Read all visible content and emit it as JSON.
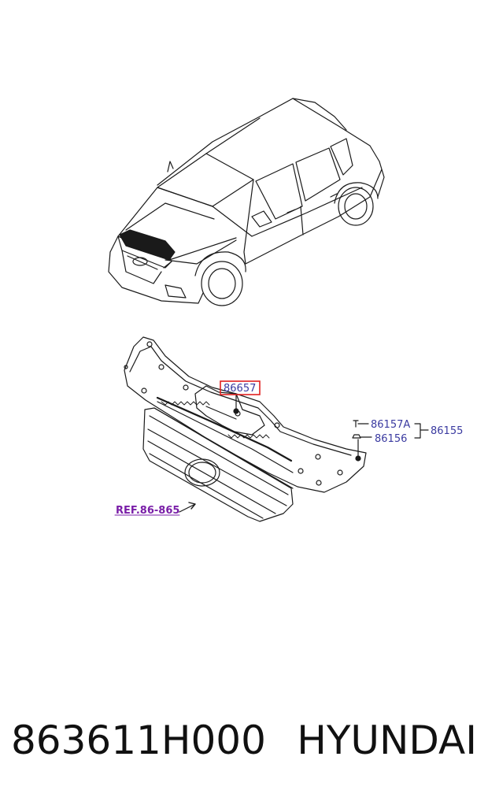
{
  "colors": {
    "line": "#1a1a1a",
    "callout_text": "#3a3aa0",
    "ref_text": "#7a1fa8",
    "highlight_box": "#e02020"
  },
  "parts": {
    "highlighted_part": "86657",
    "upper_part_1": "86157A",
    "lower_part_1": "86156",
    "group_part": "86155",
    "reference": "REF.86-865"
  },
  "footer": {
    "part_number": "863611H000",
    "brand": "HYUNDAI"
  }
}
